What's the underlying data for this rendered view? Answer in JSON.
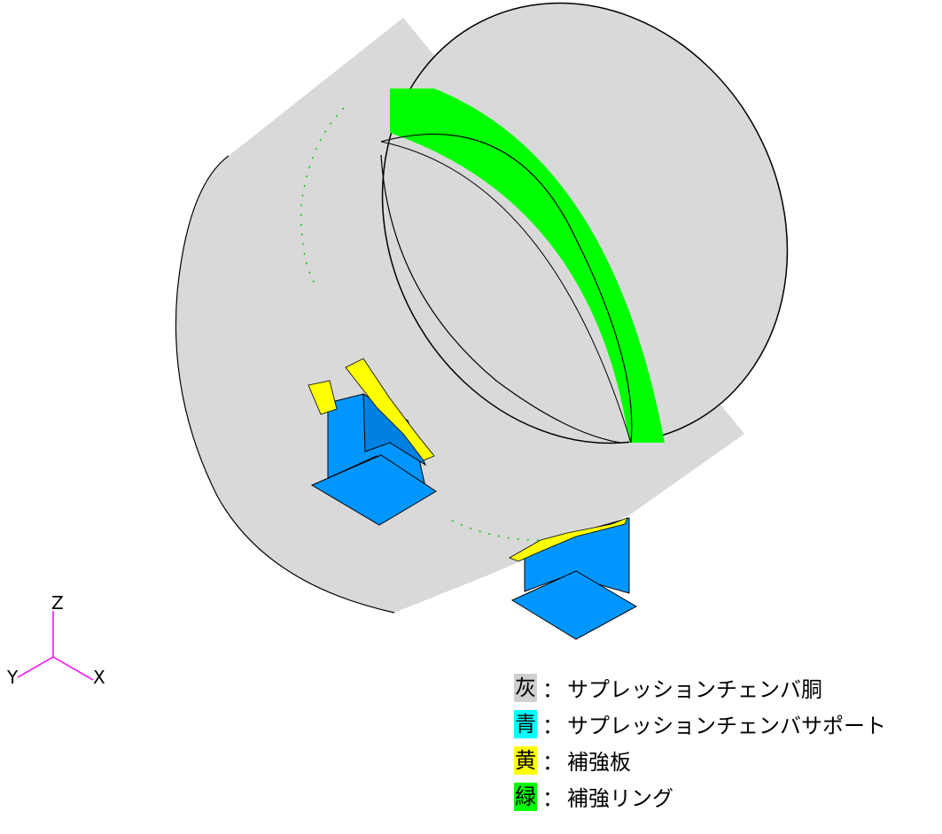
{
  "colors": {
    "shell": "#d9d9d9",
    "support": "#0096ff",
    "support_legend": "#00ffff",
    "plate": "#ffff00",
    "ring": "#00ff00",
    "axis": "#ff00ff",
    "outline": "#000000"
  },
  "axes": {
    "x": "X",
    "y": "Y",
    "z": "Z"
  },
  "legend": [
    {
      "char": "灰",
      "color": "#d0d0d0",
      "sep": "：",
      "text": "サプレッションチェンバ胴"
    },
    {
      "char": "青",
      "color": "#00ffff",
      "sep": "：",
      "text": "サプレッションチェンバサポート"
    },
    {
      "char": "黄",
      "color": "#ffff00",
      "sep": "：",
      "text": "補強板"
    },
    {
      "char": "緑",
      "color": "#00ff00",
      "sep": "：",
      "text": "補強リング"
    }
  ]
}
